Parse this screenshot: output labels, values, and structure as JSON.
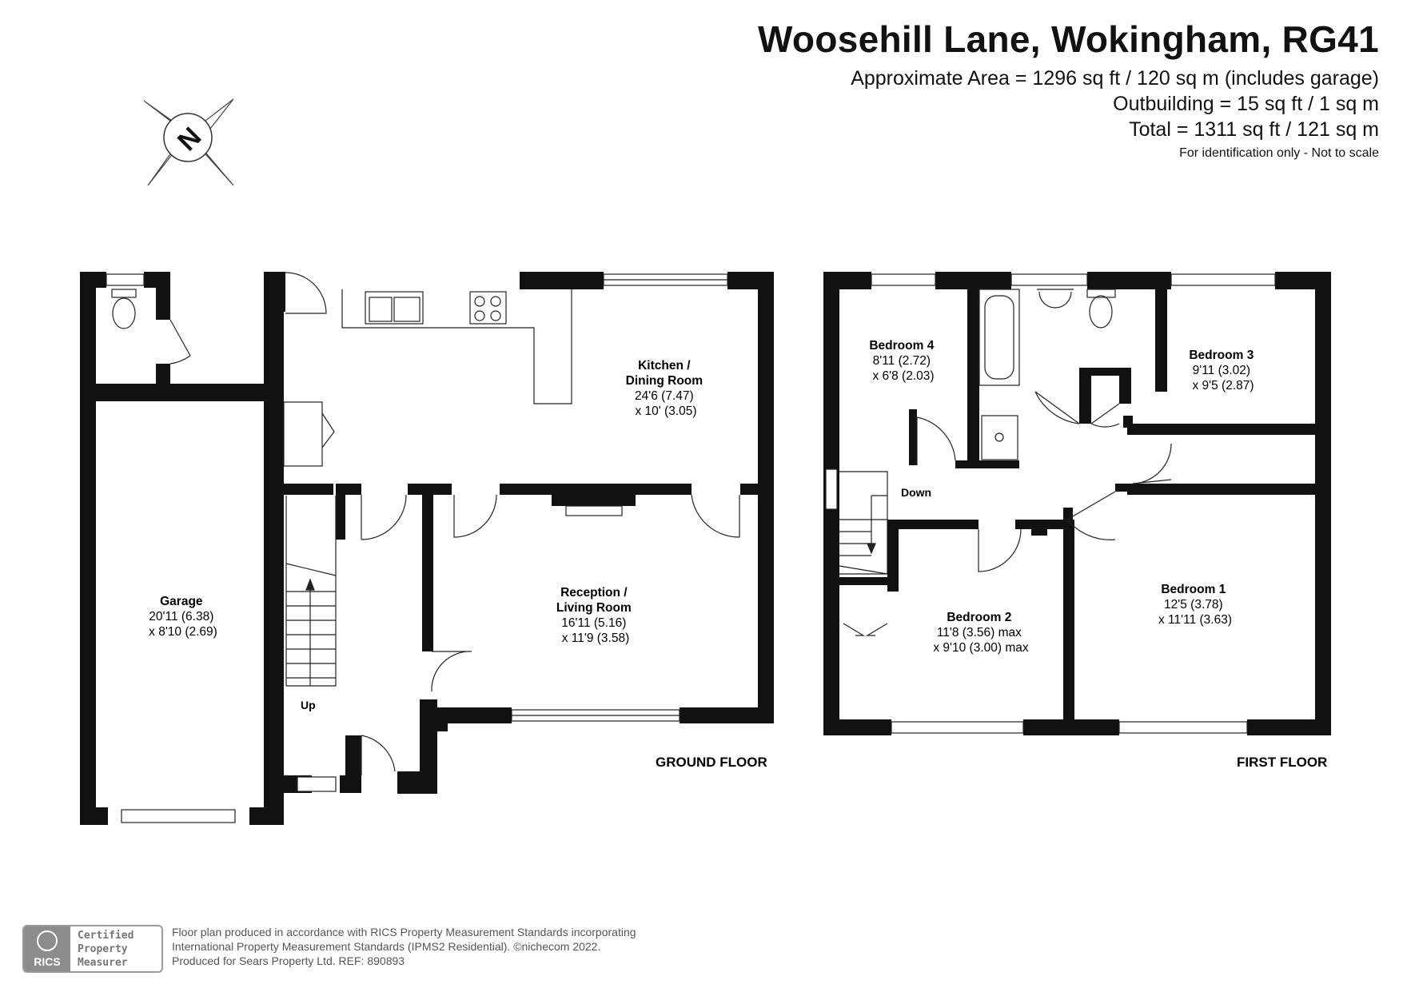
{
  "header": {
    "title": "Woosehill Lane, Wokingham, RG41",
    "area_lines": [
      "Approximate Area = 1296 sq ft / 120 sq m (includes garage)",
      "Outbuilding = 15 sq ft / 1 sq m",
      "Total = 1311 sq ft / 121 sq m"
    ],
    "disclaimer": "For identification only - Not to scale"
  },
  "compass": {
    "letter": "N",
    "icon": "compass-rose-icon"
  },
  "ground_floor": {
    "label": "GROUND FLOOR",
    "rooms": {
      "garage": {
        "name": "Garage",
        "dims": [
          "20'11 (6.38)",
          "x 8'10 (2.69)"
        ]
      },
      "kitchen": {
        "name": [
          "Kitchen /",
          "Dining Room"
        ],
        "dims": [
          "24'6 (7.47)",
          "x 10' (3.05)"
        ]
      },
      "reception": {
        "name": [
          "Reception /",
          "Living Room"
        ],
        "dims": [
          "16'11 (5.16)",
          "x 11'9 (3.58)"
        ]
      }
    },
    "stairs_label": "Up"
  },
  "first_floor": {
    "label": "FIRST FLOOR",
    "rooms": {
      "bedroom4": {
        "name": "Bedroom 4",
        "dims": [
          "8'11 (2.72)",
          "x 6'8 (2.03)"
        ]
      },
      "bedroom3": {
        "name": "Bedroom 3",
        "dims": [
          "9'11 (3.02)",
          "x 9'5 (2.87)"
        ]
      },
      "bedroom2": {
        "name": "Bedroom 2",
        "dims": [
          "11'8 (3.56) max",
          "x 9'10 (3.00) max"
        ]
      },
      "bedroom1": {
        "name": "Bedroom 1",
        "dims": [
          "12'5 (3.78)",
          "x 11'11 (3.63)"
        ]
      }
    },
    "stairs_label": "Down"
  },
  "footer": {
    "lines": [
      "Floor plan produced in accordance with RICS Property Measurement Standards incorporating",
      "International Property Measurement Standards (IPMS2 Residential).  ©nichecom 2022.",
      "Produced for Sears Property Ltd.  REF: 890893"
    ],
    "badge_org": "RICS",
    "badge_text": [
      "Certified",
      "Property",
      "Measurer"
    ]
  }
}
